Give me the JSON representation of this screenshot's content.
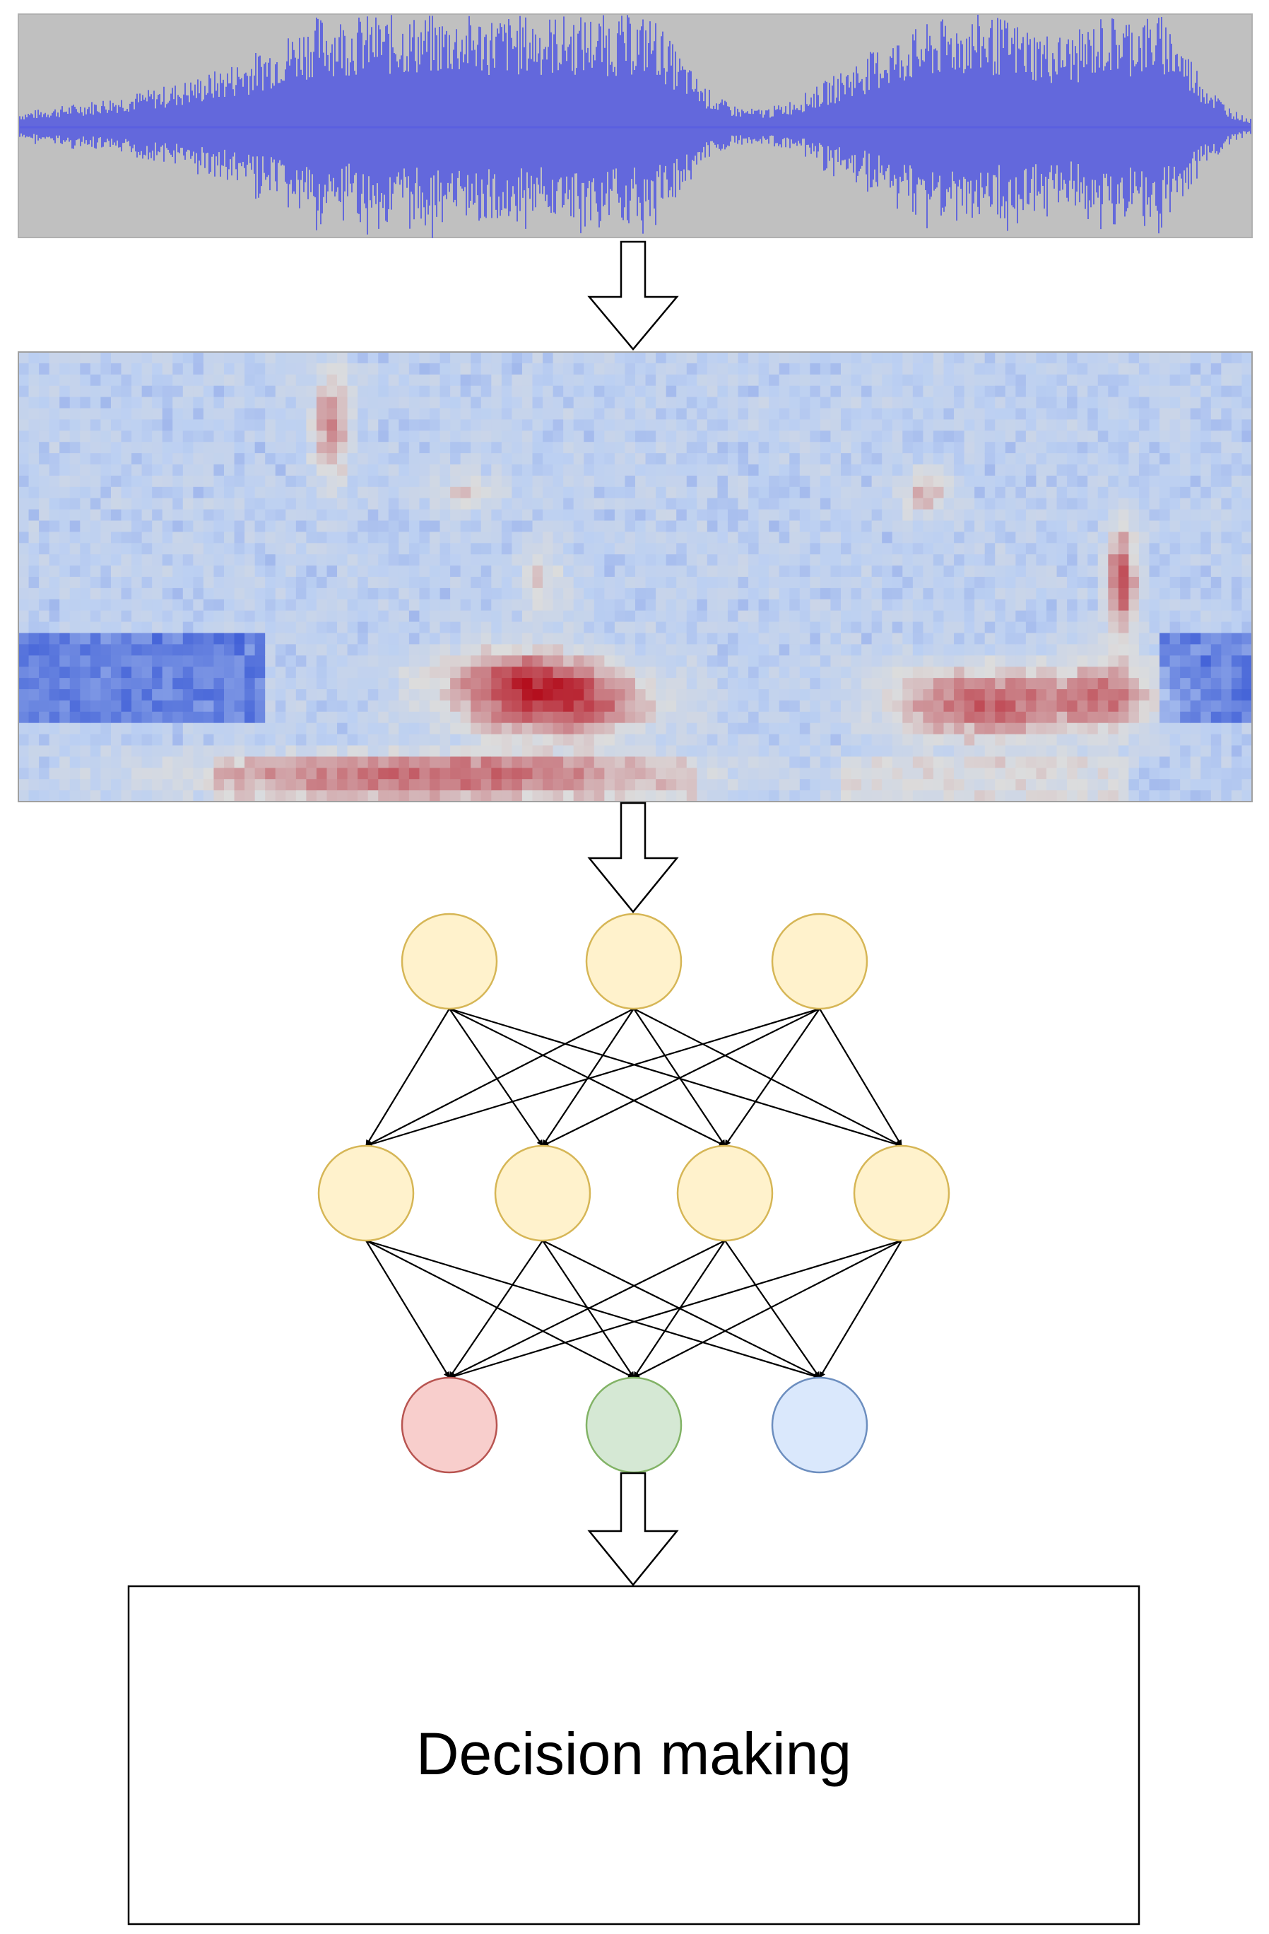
{
  "colors": {
    "background": "#ffffff",
    "waveform_panel": "#c0c0c0",
    "waveform_line": "#5a5fe0",
    "spectrogram_low": "#3b5bd6",
    "spectrogram_mid": "#dcdcdc",
    "spectrogram_high": "#b40f1e",
    "node_hidden_fill": "#fff2cc",
    "node_hidden_stroke": "#d6b656",
    "node_out_red_fill": "#f8cecc",
    "node_out_red_stroke": "#b85450",
    "node_out_green_fill": "#d5e8d4",
    "node_out_green_stroke": "#82b366",
    "node_out_blue_fill": "#dae8fc",
    "node_out_blue_stroke": "#6c8ebf",
    "edge": "#000000",
    "box_stroke": "#000000"
  },
  "network": {
    "layers": [
      3,
      4,
      3
    ],
    "output_colors": [
      "red",
      "green",
      "blue"
    ]
  },
  "decision": {
    "label": "Decision making"
  }
}
